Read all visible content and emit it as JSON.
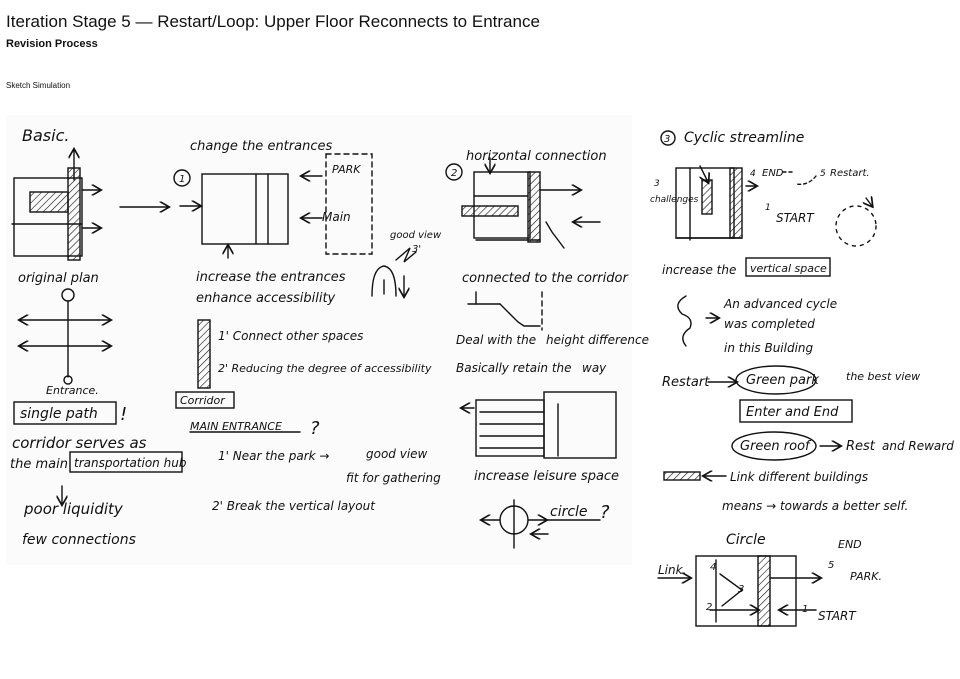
{
  "header": {
    "title": "Iteration Stage 5 — Restart/Loop: Upper Floor Reconnects to Entrance",
    "subtitle": "Revision Process",
    "note": "Sketch Simulation"
  },
  "sketch": {
    "basic": {
      "heading": "Basic.",
      "plan_label": "original plan",
      "entrance": "Entrance.",
      "single_path": "single path",
      "exclaim": "!",
      "corridor_line1": "corridor serves as",
      "corridor_line2_prefix": "the main",
      "hub": "transportation hub",
      "poor": "poor liquidity",
      "few": "few connections"
    },
    "entrances": {
      "heading": "change the entrances",
      "num": "1",
      "park": "PARK",
      "main": "Main",
      "increase": "increase the entrances",
      "enhance": "enhance accessibility",
      "good_view": "good view",
      "good_view_num": "3'",
      "item1": "1' Connect other spaces",
      "item2": "2' Reducing the degree of accessibility",
      "corridor": "Corridor",
      "main_entrance": "MAIN ENTRANCE",
      "question": "?",
      "near_park": "1' Near the park →",
      "good_view2": "good view",
      "fit": "fit for gathering",
      "break_vertical": "2' Break the vertical layout"
    },
    "horizontal": {
      "num": "2",
      "heading": "horizontal connection",
      "connected": "connected to the corridor",
      "deal": "Deal with the",
      "height": "height difference",
      "retain_prefix": "Basically retain the",
      "retain_word": "way",
      "increase": "increase leisure space",
      "circle": "circle",
      "circle_q": "?"
    },
    "cyclic": {
      "num": "3",
      "heading": "Cyclic streamline",
      "challenges_num": "3",
      "challenges": "challenges",
      "end_num": "4",
      "end": "END",
      "restart_num": "5",
      "restart": "Restart.",
      "start_num": "1",
      "start": "START",
      "increase_prefix": "increase the",
      "vertical": "vertical space",
      "adv1": "An advanced cycle",
      "adv2": "was completed",
      "adv3": "in this Building",
      "restart_word": "Restart",
      "green_park": "Green park",
      "best_view": "the best view",
      "enter_end": "Enter and End",
      "green_roof": "Green roof",
      "rest": "Rest",
      "reward": "and Reward",
      "link_line": "Link different buildings",
      "means": "means → towards a better self.",
      "circle_head": "Circle",
      "link": "Link.",
      "end2": "END",
      "park2": "PARK.",
      "start2": "START",
      "n4": "4",
      "n3": "3",
      "n2": "2",
      "n1": "1",
      "n5": "5"
    }
  }
}
